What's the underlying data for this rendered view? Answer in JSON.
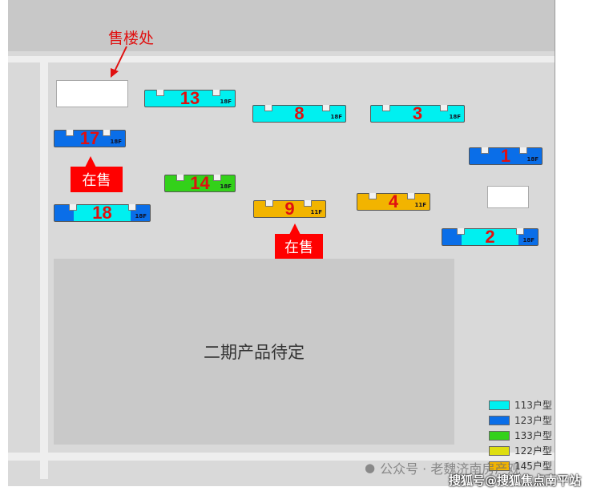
{
  "sales_office_label": "售楼处",
  "on_sale_label": "在售",
  "phase2_label": "二期产品待定",
  "buildings": [
    {
      "num": "13",
      "floors": "18F",
      "type": "113"
    },
    {
      "num": "8",
      "floors": "18F",
      "type": "113"
    },
    {
      "num": "3",
      "floors": "18F",
      "type": "113"
    },
    {
      "num": "17",
      "floors": "18F",
      "type": "123"
    },
    {
      "num": "1",
      "floors": "18F",
      "type": "123"
    },
    {
      "num": "14",
      "floors": "18F",
      "type": "133"
    },
    {
      "num": "18",
      "floors": "18F",
      "type": "113/123"
    },
    {
      "num": "9",
      "floors": "11F",
      "type": "145"
    },
    {
      "num": "4",
      "floors": "11F",
      "type": "145"
    },
    {
      "num": "2",
      "floors": "18F",
      "type": "123"
    }
  ],
  "legend": [
    {
      "label": "113户型",
      "color": "#00f0f0"
    },
    {
      "label": "123户型",
      "color": "#0a6ee8"
    },
    {
      "label": "133户型",
      "color": "#33d11a"
    },
    {
      "label": "122户型",
      "color": "#dede10"
    },
    {
      "label": "145户型",
      "color": "#f2b400"
    }
  ],
  "watermark": "公众号 · 老魏济南房产观",
  "credit": "搜狐号@搜狐焦点南平站"
}
